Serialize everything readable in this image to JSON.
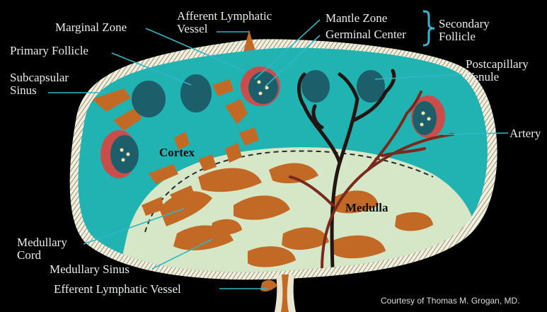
{
  "labels": {
    "afferent": "Afferent Lymphatic\nVessel",
    "marginal_zone": "Marginal Zone",
    "primary_follicle": "Primary Follicle",
    "subcapsular_sinus": "Subcapsular\nSinus",
    "mantle_zone": "Mantle Zone",
    "germinal_center": "Germinal Center",
    "secondary_follicle": "Secondary\nFollicle",
    "postcapillary_venule": "Postcapillary\nVenule",
    "artery": "Artery",
    "cortex": "Cortex",
    "medulla": "Medulla",
    "medullary_cord": "Medullary\nCord",
    "medullary_sinus": "Medullary Sinus",
    "efferent": "Efferent Lymphatic Vessel"
  },
  "credit": "Courtesy of Thomas M. Grogan, MD.",
  "colors": {
    "background": "#000000",
    "capsule": "#e9e6cf",
    "cortex": "#21b2b2",
    "medulla": "#d6e7c7",
    "tissue": "#c26a25",
    "follicle": "#1c5f6b",
    "vessel": "#241512",
    "label_text": "#e9ecec",
    "bracket": "#34b9d3"
  }
}
